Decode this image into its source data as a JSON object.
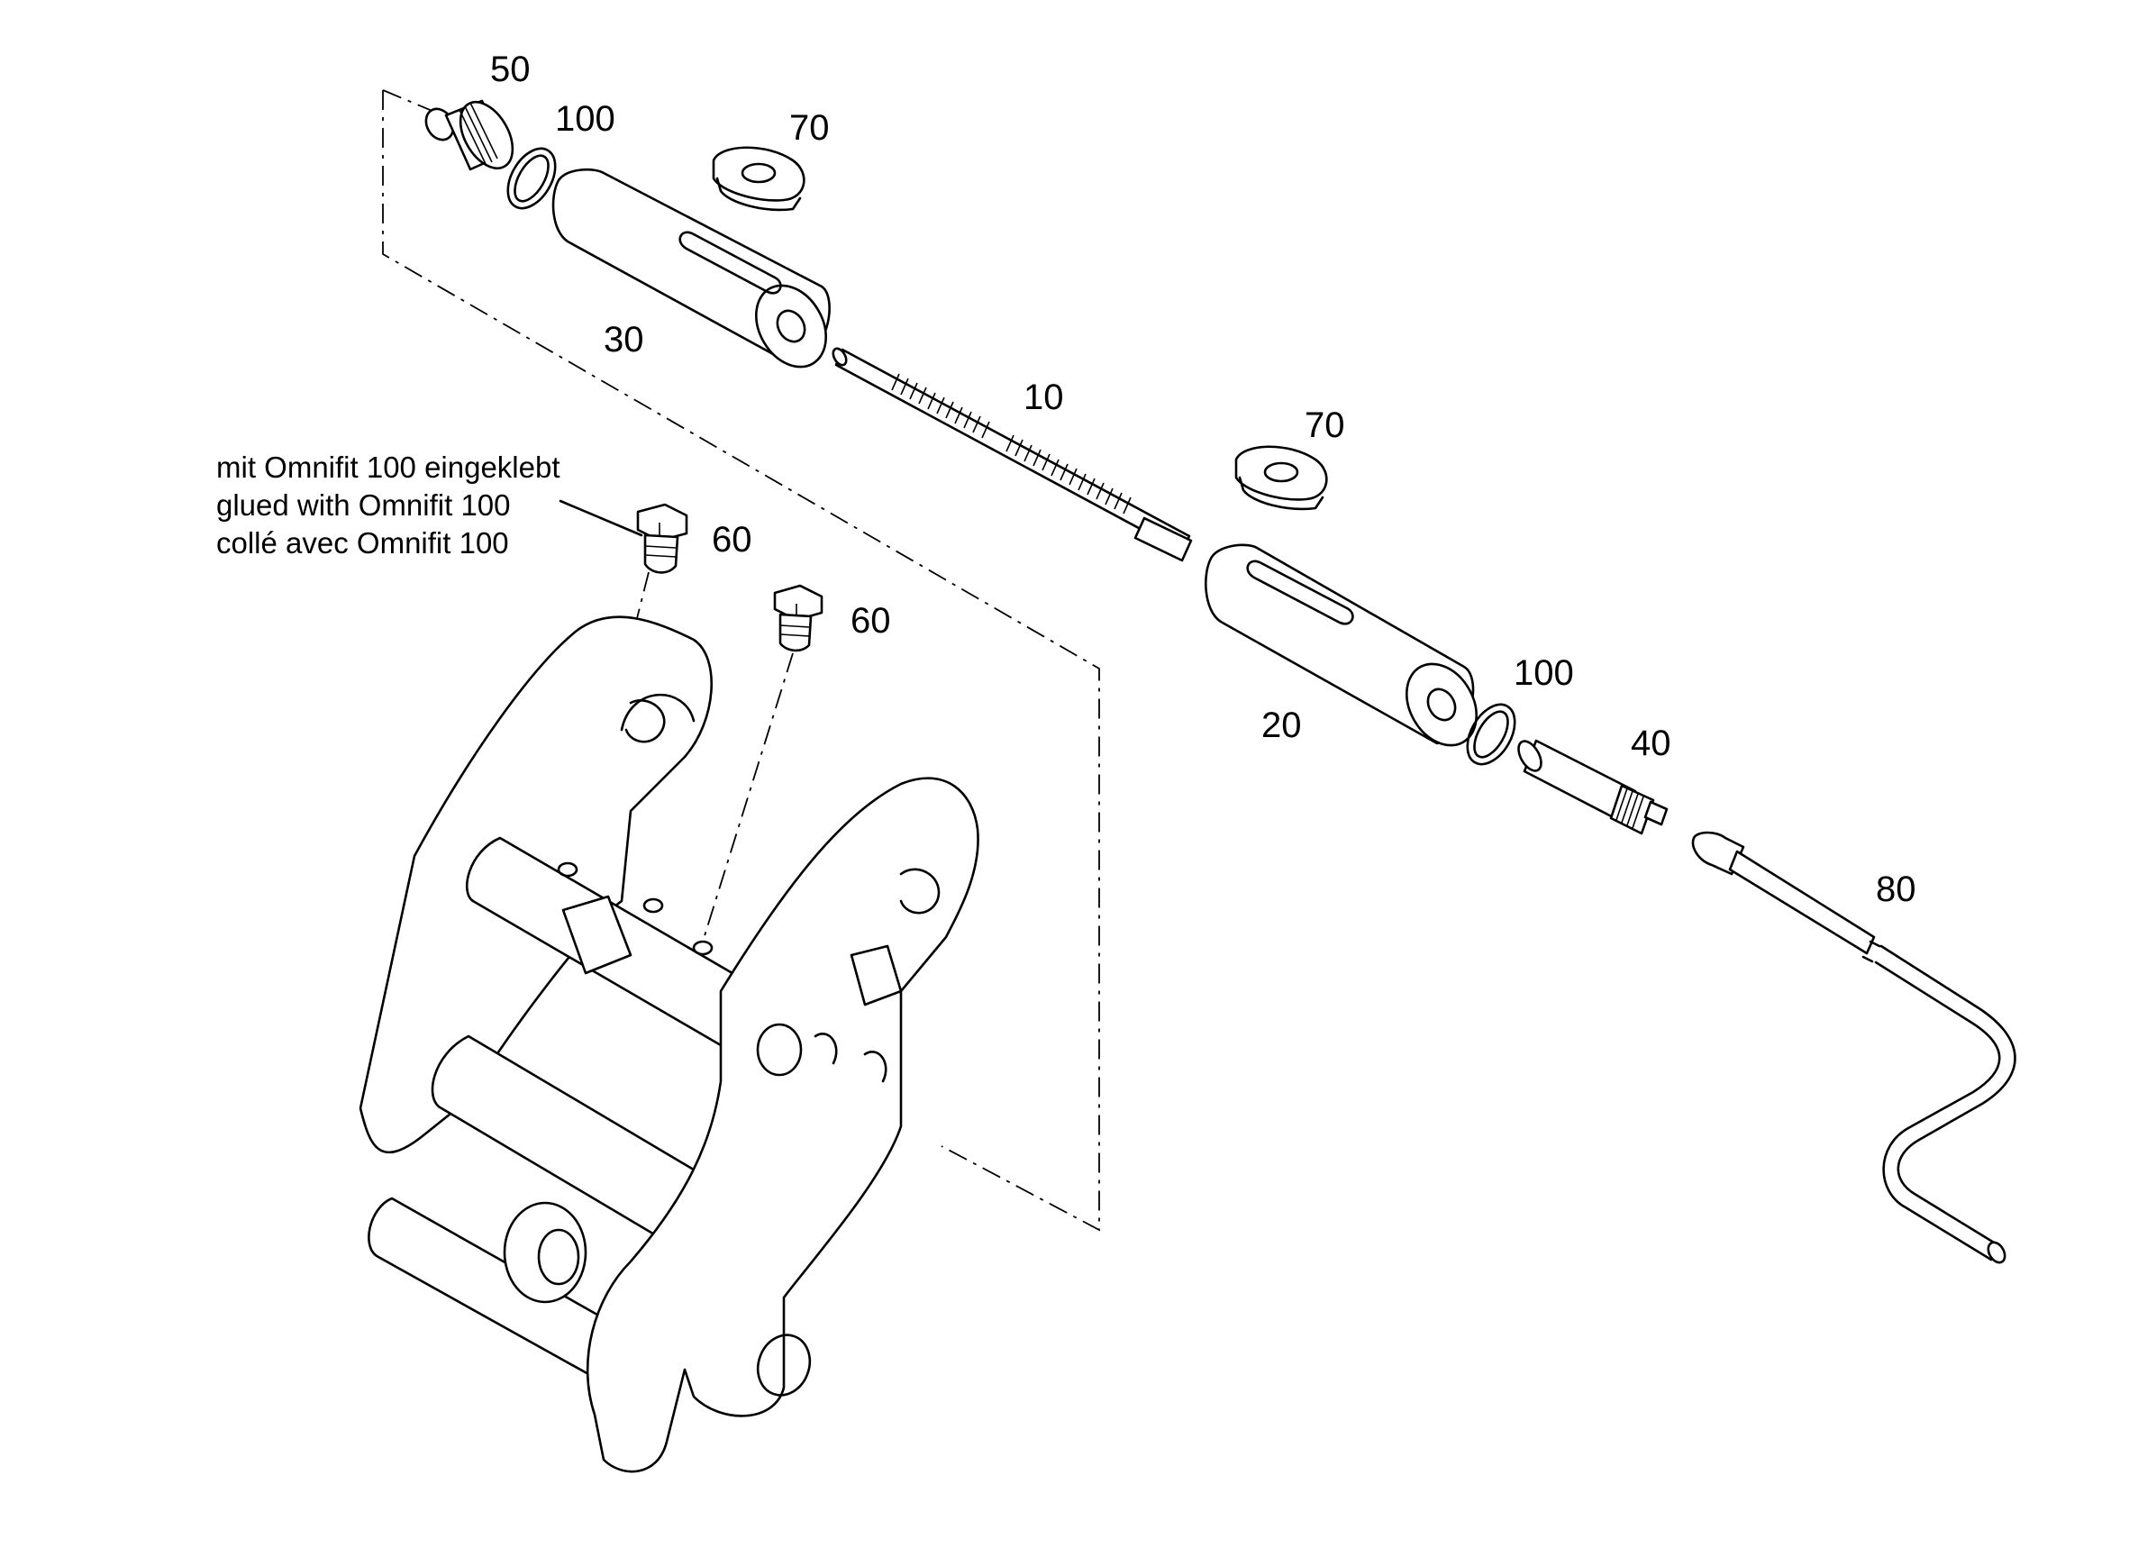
{
  "callouts": {
    "c50": "50",
    "c100_top": "100",
    "c70_top": "70",
    "c30": "30",
    "c10": "10",
    "c70_mid": "70",
    "c60_a": "60",
    "c60_b": "60",
    "c20": "20",
    "c100_mid": "100",
    "c40": "40",
    "c80": "80"
  },
  "note": {
    "line1": "mit Omnifit 100 eingeklebt",
    "line2": "glued with Omnifit 100",
    "line3": "collé avec Omnifit 100"
  }
}
